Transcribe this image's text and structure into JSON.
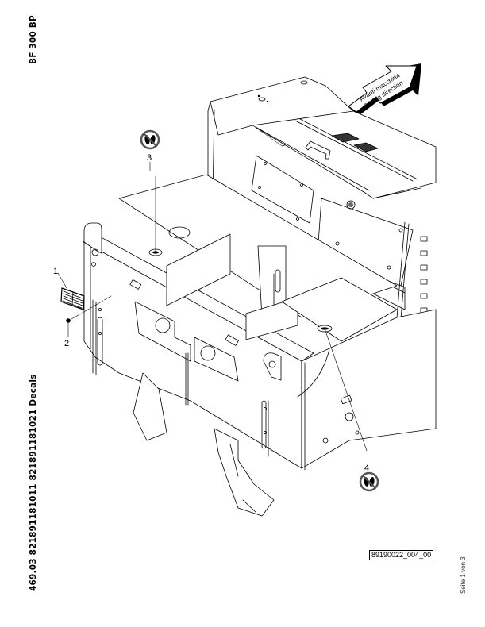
{
  "header": {
    "model": "BF 300 BP"
  },
  "footer": {
    "document_title": "469.03 821891181011 821891181021 Decals",
    "drawing_id": "89190022_004_00",
    "page_info": "Seite 1 von 3"
  },
  "direction_arrow": {
    "line1": "Avanti macchina",
    "line2": "Driving direction"
  },
  "callouts": [
    {
      "number": "1",
      "item": "decal-plate"
    },
    {
      "number": "2",
      "item": "rivet"
    },
    {
      "number": "3",
      "item": "no-step-symbol"
    },
    {
      "number": "4",
      "item": "no-step-symbol"
    }
  ],
  "symbols": {
    "no_step": "no-step-icon"
  }
}
